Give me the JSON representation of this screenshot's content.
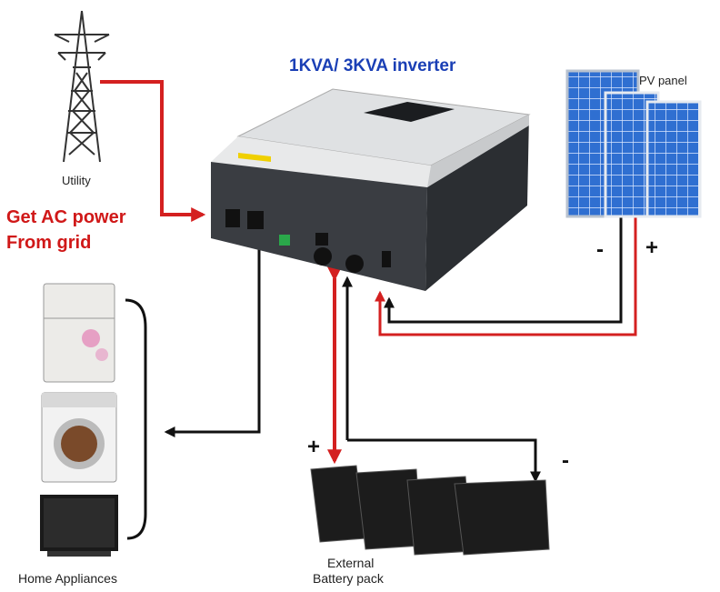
{
  "title": "1KVA/ 3KVA inverter",
  "labels": {
    "utility": "Utility",
    "grid_line1": "Get AC power",
    "grid_line2": "From grid",
    "pv_panel": "PV panel",
    "pv_minus": "-",
    "pv_plus": "+",
    "battery_plus": "+",
    "battery_minus": "-",
    "home_appliances": "Home Appliances",
    "battery_line1": "External",
    "battery_line2": "Battery pack"
  },
  "colors": {
    "title": "#1a3fb5",
    "grid_text": "#d01818",
    "positive_wire": "#d42020",
    "negative_wire": "#111111",
    "inverter_body": "#3a3d42",
    "inverter_top": "#dfe1e3",
    "solar_cell": "#2f6fd1",
    "battery": "#1c1c1c"
  },
  "icons": [
    "transmission-tower-icon",
    "inverter-icon",
    "solar-panel-icon",
    "refrigerator-icon",
    "washing-machine-icon",
    "television-icon",
    "battery-icon"
  ]
}
